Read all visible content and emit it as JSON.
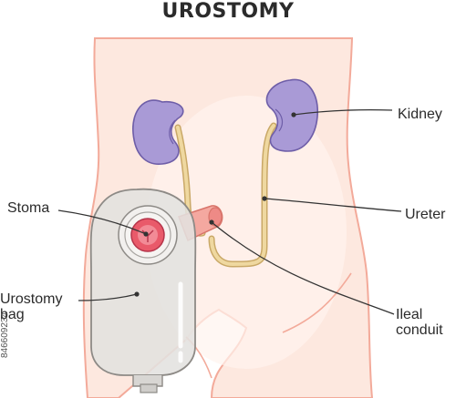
{
  "title": "UROSTOMY",
  "labels": {
    "kidney": "Kidney",
    "ureter": "Ureter",
    "stoma": "Stoma",
    "urostomy_bag": "Urostomy\nbag",
    "ileal_conduit": "Ileal\nconduit"
  },
  "watermark": "846609234",
  "colors": {
    "skin": "#fde8df",
    "outline": "#f3aa9a",
    "kidney": "#a99ad6",
    "ureter": "#efd8a0",
    "stoma": "#e95a6a",
    "bag": "#e3e1df",
    "leader": "#333333"
  }
}
